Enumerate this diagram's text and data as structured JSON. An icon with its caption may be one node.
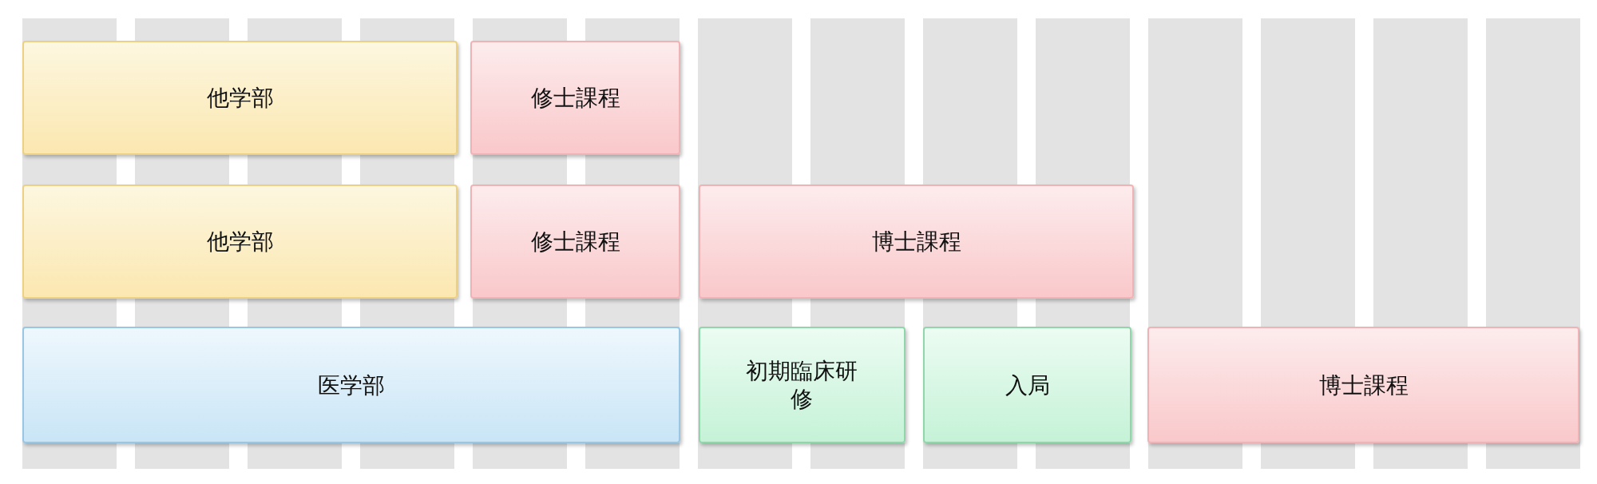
{
  "diagram": {
    "nodes": [
      {
        "text": [
          "他学部"
        ]
      },
      {
        "text": [
          "修士課程"
        ]
      },
      {
        "text": [
          "他学部"
        ]
      },
      {
        "text": [
          "修士課程"
        ]
      },
      {
        "text": [
          "博士課程"
        ]
      },
      {
        "text": [
          "医学部"
        ]
      },
      {
        "text": [
          "初期臨床研修"
        ]
      },
      {
        "text": [
          "入局"
        ]
      },
      {
        "text": [
          "博士課程"
        ]
      }
    ]
  }
}
